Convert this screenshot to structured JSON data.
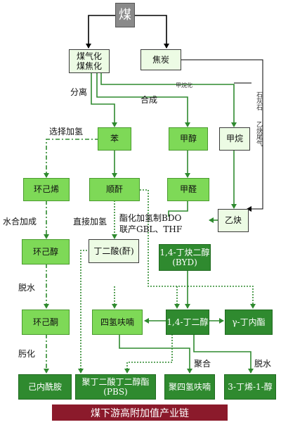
{
  "title": "煤下游高附加值产业链",
  "nodes": {
    "coal": "煤",
    "gasification": "煤气化\n煤焦化",
    "coke": "焦炭",
    "benzene": "苯",
    "methanol": "甲醇",
    "methane": "甲烷",
    "cyclohexene": "环己烯",
    "maleic_anhydride": "顺酐",
    "formaldehyde": "甲醛",
    "acetylene": "乙炔",
    "cyclohexanol": "环己醇",
    "succinic_acid": "丁二酸(酐)",
    "butynediol": "1,4-丁炔二醇\n(BYD)",
    "cyclohexanone": "环己酮",
    "thf": "四氢呋喃",
    "bdo": "1,4-丁二醇",
    "gbl": "γ-丁内酯",
    "caprolactam": "己内酰胺",
    "pbs": "聚丁二酸丁二醇酯\n(PBS)",
    "ptmeg": "聚四氢呋喃",
    "butenol": "3-丁烯-1-醇"
  },
  "labels": {
    "separation": "分离",
    "synthesis": "合成",
    "methanation": "甲烷化",
    "limestone": "石灰石",
    "acetylene_tail_gas": "乙炔尾气",
    "selective_hydrogenation": "选择加氢",
    "hydration": "水合加成",
    "direct_hydrogenation": "直接加氢",
    "bdo_route": "酯化加氢制BDO\n联产GBL、THF",
    "dehydration": "脱水",
    "oximation": "肟化",
    "polymerization": "聚合",
    "dehydration2": "脱水"
  },
  "colors": {
    "dark_green": "#2f8a2f",
    "mid_green": "#7ed957",
    "light_green": "#ecfbe4",
    "gray": "#8a8a8a",
    "title_bar": "#8b1a2b"
  }
}
